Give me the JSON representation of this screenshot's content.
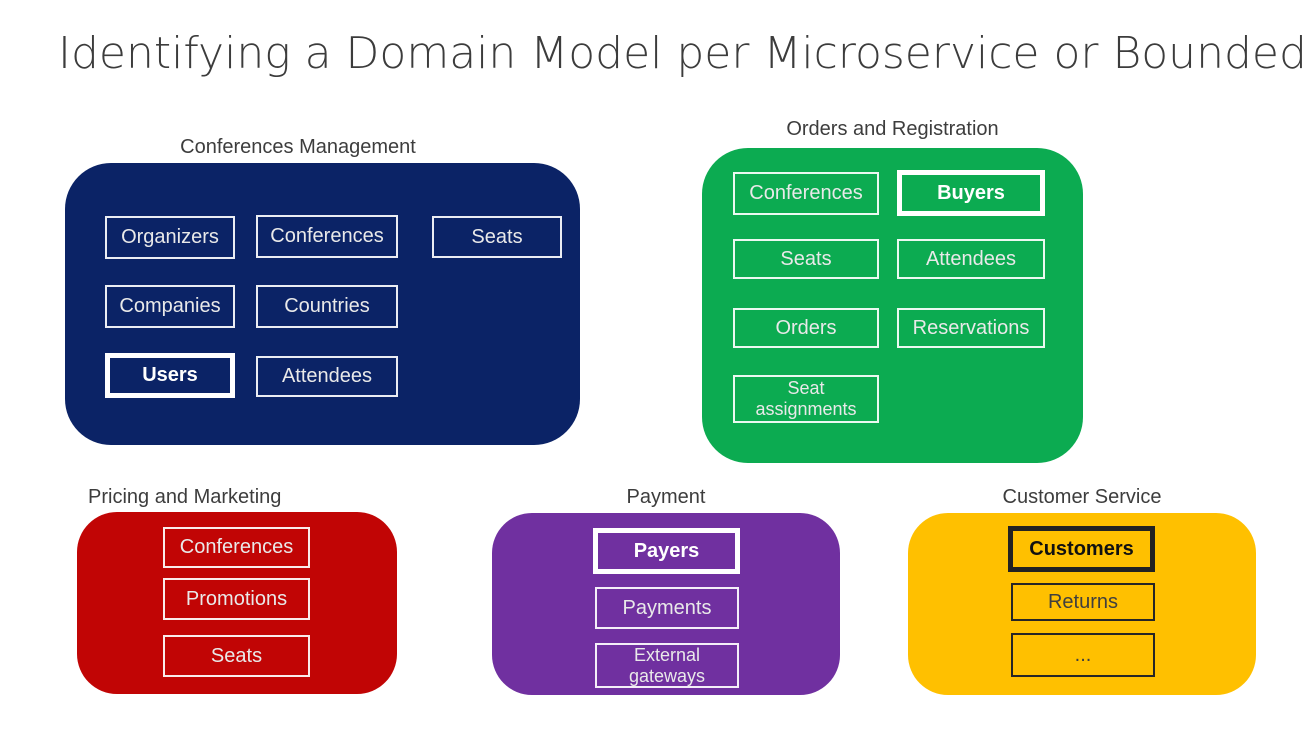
{
  "title": "Identifying a Domain Model per Microservice or Bounded Context",
  "contexts": [
    {
      "label": "Conferences Management",
      "color": "#0B2366",
      "entities": [
        {
          "label": "Organizers",
          "highlighted": false
        },
        {
          "label": "Conferences",
          "highlighted": false
        },
        {
          "label": "Seats",
          "highlighted": false
        },
        {
          "label": "Companies",
          "highlighted": false
        },
        {
          "label": "Countries",
          "highlighted": false
        },
        {
          "label": "Users",
          "highlighted": true
        },
        {
          "label": "Attendees",
          "highlighted": false
        }
      ]
    },
    {
      "label": "Orders and Registration",
      "color": "#0CAB51",
      "entities": [
        {
          "label": "Conferences",
          "highlighted": false
        },
        {
          "label": "Buyers",
          "highlighted": true
        },
        {
          "label": "Seats",
          "highlighted": false
        },
        {
          "label": "Attendees",
          "highlighted": false
        },
        {
          "label": "Orders",
          "highlighted": false
        },
        {
          "label": "Reservations",
          "highlighted": false
        },
        {
          "label": "Seat assignments",
          "highlighted": false
        }
      ]
    },
    {
      "label": "Pricing and Marketing",
      "color": "#C10505",
      "entities": [
        {
          "label": "Conferences",
          "highlighted": false
        },
        {
          "label": "Promotions",
          "highlighted": false
        },
        {
          "label": "Seats",
          "highlighted": false
        }
      ]
    },
    {
      "label": "Payment",
      "color": "#7030A0",
      "entities": [
        {
          "label": "Payers",
          "highlighted": true
        },
        {
          "label": "Payments",
          "highlighted": false
        },
        {
          "label": "External gateways",
          "highlighted": false
        }
      ]
    },
    {
      "label": "Customer Service",
      "color": "#FFC000",
      "entities": [
        {
          "label": "Customers",
          "highlighted": true
        },
        {
          "label": "Returns",
          "highlighted": false
        },
        {
          "label": "...",
          "highlighted": false
        }
      ]
    }
  ]
}
